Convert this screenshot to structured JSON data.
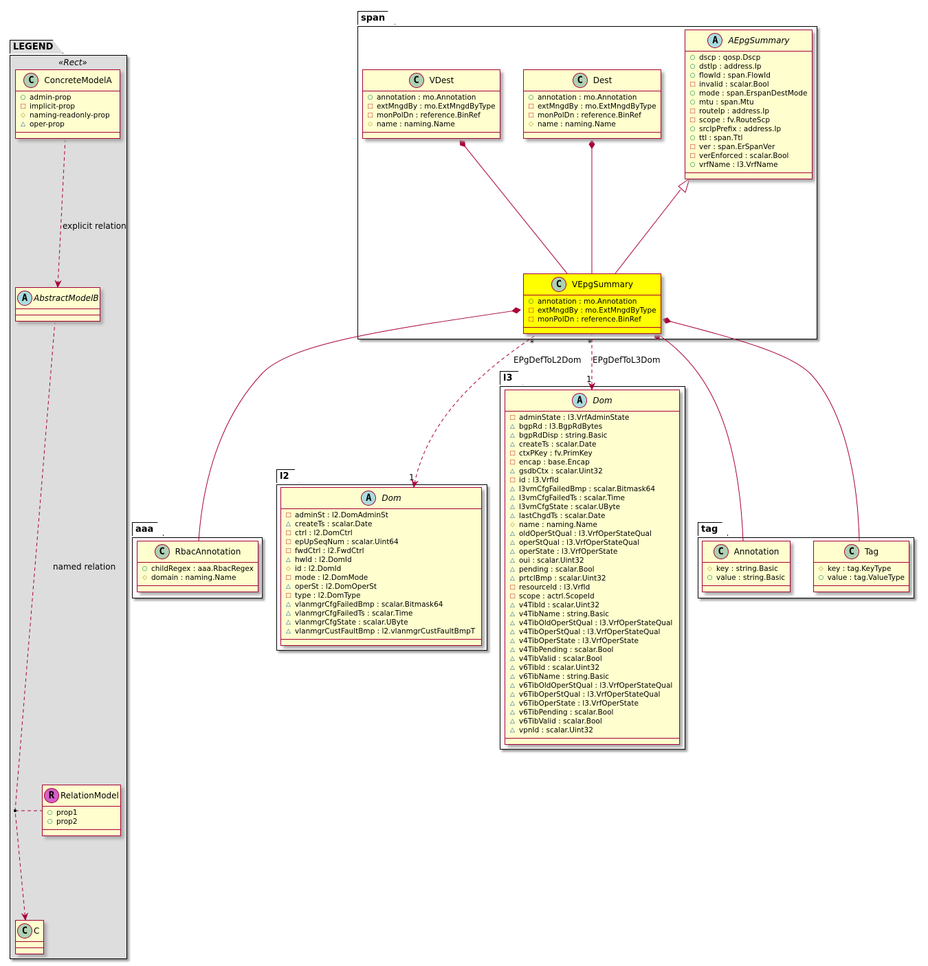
{
  "packages": [
    {
      "id": "legend",
      "name": "LEGEND",
      "stereotype": "«Rect»"
    },
    {
      "id": "span",
      "name": "span"
    },
    {
      "id": "l3",
      "name": "l3"
    },
    {
      "id": "l2",
      "name": "l2"
    },
    {
      "id": "aaa",
      "name": "aaa"
    },
    {
      "id": "tag",
      "name": "tag"
    }
  ],
  "colors": {
    "box_bg": "#FEFECE",
    "border": "#A80036",
    "highlight": "#FFFF00",
    "legend_bg": "#DDDDDD",
    "class_circle": "#ADD1B2",
    "abstract_circle": "#A9DCDF",
    "relation_circle": "#D65FC9",
    "public": "#038048",
    "private": "#C82930",
    "protected": "#B38D22",
    "package": "#1963A0"
  },
  "classes": [
    {
      "id": "ConcreteModelA",
      "kind": "C",
      "name": "ConcreteModelA",
      "members": [
        [
          "+",
          "admin-prop"
        ],
        [
          "-",
          "implicit-prop"
        ],
        [
          "#",
          "naming-readonly-prop"
        ],
        [
          "~",
          "oper-prop"
        ]
      ]
    },
    {
      "id": "AbstractModelB",
      "kind": "A",
      "name": "AbstractModelB",
      "members": []
    },
    {
      "id": "RelationModel",
      "kind": "R",
      "name": "RelationModel",
      "members": [
        [
          "+",
          "prop1"
        ],
        [
          "+",
          "prop2"
        ]
      ]
    },
    {
      "id": "C",
      "kind": "C",
      "name": "C",
      "members": []
    },
    {
      "id": "VDest",
      "kind": "C",
      "name": "VDest",
      "members": [
        [
          "+",
          "annotation : mo.Annotation"
        ],
        [
          "-",
          "extMngdBy : mo.ExtMngdByType"
        ],
        [
          "-",
          "monPolDn : reference.BinRef"
        ],
        [
          "#",
          "name : naming.Name"
        ]
      ]
    },
    {
      "id": "Dest",
      "kind": "C",
      "name": "Dest",
      "members": [
        [
          "+",
          "annotation : mo.Annotation"
        ],
        [
          "-",
          "extMngdBy : mo.ExtMngdByType"
        ],
        [
          "-",
          "monPolDn : reference.BinRef"
        ],
        [
          "#",
          "name : naming.Name"
        ]
      ]
    },
    {
      "id": "AEpgSummary",
      "kind": "A",
      "name": "AEpgSummary",
      "members": [
        [
          "+",
          "dscp : qosp.Dscp"
        ],
        [
          "+",
          "dstIp : address.Ip"
        ],
        [
          "+",
          "flowId : span.FlowId"
        ],
        [
          "-",
          "invalid : scalar.Bool"
        ],
        [
          "+",
          "mode : span.ErspanDestMode"
        ],
        [
          "+",
          "mtu : span.Mtu"
        ],
        [
          "-",
          "routeIp : address.Ip"
        ],
        [
          "-",
          "scope : fv.RouteScp"
        ],
        [
          "+",
          "srcIpPrefix : address.Ip"
        ],
        [
          "+",
          "ttl : span.Ttl"
        ],
        [
          "-",
          "ver : span.ErSpanVer"
        ],
        [
          "-",
          "verEnforced : scalar.Bool"
        ],
        [
          "+",
          "vrfName : l3.VrfName"
        ]
      ]
    },
    {
      "id": "VEpgSummary",
      "kind": "C",
      "name": "VEpgSummary",
      "highlight": true,
      "members": [
        [
          "+",
          "annotation : mo.Annotation"
        ],
        [
          "-",
          "extMngdBy : mo.ExtMngdByType"
        ],
        [
          "-",
          "monPolDn : reference.BinRef"
        ]
      ]
    },
    {
      "id": "l3Dom",
      "kind": "A",
      "name": "Dom",
      "members": [
        [
          "-",
          "adminState : l3.VrfAdminState"
        ],
        [
          "~",
          "bgpRd : l3.BgpRdBytes"
        ],
        [
          "~",
          "bgpRdDisp : string.Basic"
        ],
        [
          "~",
          "createTs : scalar.Date"
        ],
        [
          "-",
          "ctxPKey : fv.PrimKey"
        ],
        [
          "-",
          "encap : base.Encap"
        ],
        [
          "~",
          "gsdbCtx : scalar.Uint32"
        ],
        [
          "-",
          "id : l3.VrfId"
        ],
        [
          "~",
          "l3vmCfgFailedBmp : scalar.Bitmask64"
        ],
        [
          "~",
          "l3vmCfgFailedTs : scalar.Time"
        ],
        [
          "~",
          "l3vmCfgState : scalar.UByte"
        ],
        [
          "~",
          "lastChgdTs : scalar.Date"
        ],
        [
          "#",
          "name : naming.Name"
        ],
        [
          "~",
          "oldOperStQual : l3.VrfOperStateQual"
        ],
        [
          "~",
          "operStQual : l3.VrfOperStateQual"
        ],
        [
          "~",
          "operState : l3.VrfOperState"
        ],
        [
          "~",
          "oui : scalar.Uint32"
        ],
        [
          "~",
          "pending : scalar.Bool"
        ],
        [
          "~",
          "prtclBmp : scalar.Uint32"
        ],
        [
          "-",
          "resourceId : l3.VrfId"
        ],
        [
          "-",
          "scope : actrl.ScopeId"
        ],
        [
          "~",
          "v4TibId : scalar.Uint32"
        ],
        [
          "~",
          "v4TibName : string.Basic"
        ],
        [
          "~",
          "v4TibOldOperStQual : l3.VrfOperStateQual"
        ],
        [
          "~",
          "v4TibOperStQual : l3.VrfOperStateQual"
        ],
        [
          "~",
          "v4TibOperState : l3.VrfOperState"
        ],
        [
          "~",
          "v4TibPending : scalar.Bool"
        ],
        [
          "~",
          "v4TibValid : scalar.Bool"
        ],
        [
          "~",
          "v6TibId : scalar.Uint32"
        ],
        [
          "~",
          "v6TibName : string.Basic"
        ],
        [
          "~",
          "v6TibOldOperStQual : l3.VrfOperStateQual"
        ],
        [
          "~",
          "v6TibOperStQual : l3.VrfOperStateQual"
        ],
        [
          "~",
          "v6TibOperState : l3.VrfOperState"
        ],
        [
          "~",
          "v6TibPending : scalar.Bool"
        ],
        [
          "~",
          "v6TibValid : scalar.Bool"
        ],
        [
          "~",
          "vpnId : scalar.Uint32"
        ]
      ]
    },
    {
      "id": "l2Dom",
      "kind": "A",
      "name": "Dom",
      "members": [
        [
          "-",
          "adminSt : l2.DomAdminSt"
        ],
        [
          "~",
          "createTs : scalar.Date"
        ],
        [
          "-",
          "ctrl : l2.DomCtrl"
        ],
        [
          "-",
          "epUpSeqNum : scalar.Uint64"
        ],
        [
          "-",
          "fwdCtrl : l2.FwdCtrl"
        ],
        [
          "~",
          "hwId : l2.DomId"
        ],
        [
          "#",
          "id : l2.DomId"
        ],
        [
          "-",
          "mode : l2.DomMode"
        ],
        [
          "~",
          "operSt : l2.DomOperSt"
        ],
        [
          "-",
          "type : l2.DomType"
        ],
        [
          "~",
          "vlanmgrCfgFailedBmp : scalar.Bitmask64"
        ],
        [
          "~",
          "vlanmgrCfgFailedTs : scalar.Time"
        ],
        [
          "~",
          "vlanmgrCfgState : scalar.UByte"
        ],
        [
          "~",
          "vlanmgrCustFaultBmp : l2.vlanmgrCustFaultBmpT"
        ]
      ]
    },
    {
      "id": "RbacAnnotation",
      "kind": "C",
      "name": "RbacAnnotation",
      "members": [
        [
          "+",
          "childRegex : aaa.RbacRegex"
        ],
        [
          "#",
          "domain : naming.Name"
        ]
      ]
    },
    {
      "id": "Annotation",
      "kind": "C",
      "name": "Annotation",
      "members": [
        [
          "#",
          "key : string.Basic"
        ],
        [
          "+",
          "value : string.Basic"
        ]
      ]
    },
    {
      "id": "Tag",
      "kind": "C",
      "name": "Tag",
      "members": [
        [
          "#",
          "key : tag.KeyType"
        ],
        [
          "+",
          "value : tag.ValueType"
        ]
      ]
    }
  ],
  "relations": {
    "explicit": "explicit relation",
    "named": "named relation",
    "l2": {
      "label": "EPgDefToL2Dom",
      "from_mult": "*",
      "to_mult": "1"
    },
    "l3": {
      "label": "EPgDefToL3Dom",
      "from_mult": "*",
      "to_mult": "1"
    }
  }
}
